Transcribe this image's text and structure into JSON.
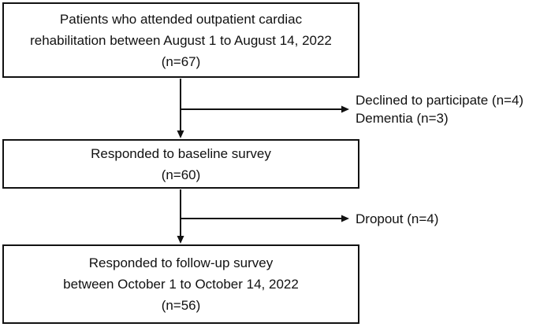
{
  "figure": {
    "type": "patient-flow-chart",
    "boxes": [
      {
        "name": "attended-rehabilitation",
        "n": 67,
        "lines": [
          "Patients who attended outpatient cardiac",
          "rehabilitation between August 1 to August 14, 2022",
          "(n=67)"
        ]
      },
      {
        "name": "baseline-survey",
        "n": 60,
        "lines": [
          "Responded to baseline survey",
          "(n=60)"
        ]
      },
      {
        "name": "follow-up-survey",
        "n": 56,
        "lines": [
          "Responded to follow-up survey",
          "between October 1 to October 14, 2022",
          "(n=56)"
        ]
      }
    ],
    "exclusions": [
      {
        "name": "exclusions-after-enrollment",
        "lines": [
          "Declined to participate (n=4)",
          "Dementia (n=3)"
        ]
      },
      {
        "name": "exclusions-after-baseline",
        "lines": [
          "Dropout (n=4)"
        ]
      }
    ]
  },
  "colors": {
    "stroke": "#111111",
    "text": "#111111",
    "background": "#ffffff",
    "box_fill": "#ffffff"
  }
}
